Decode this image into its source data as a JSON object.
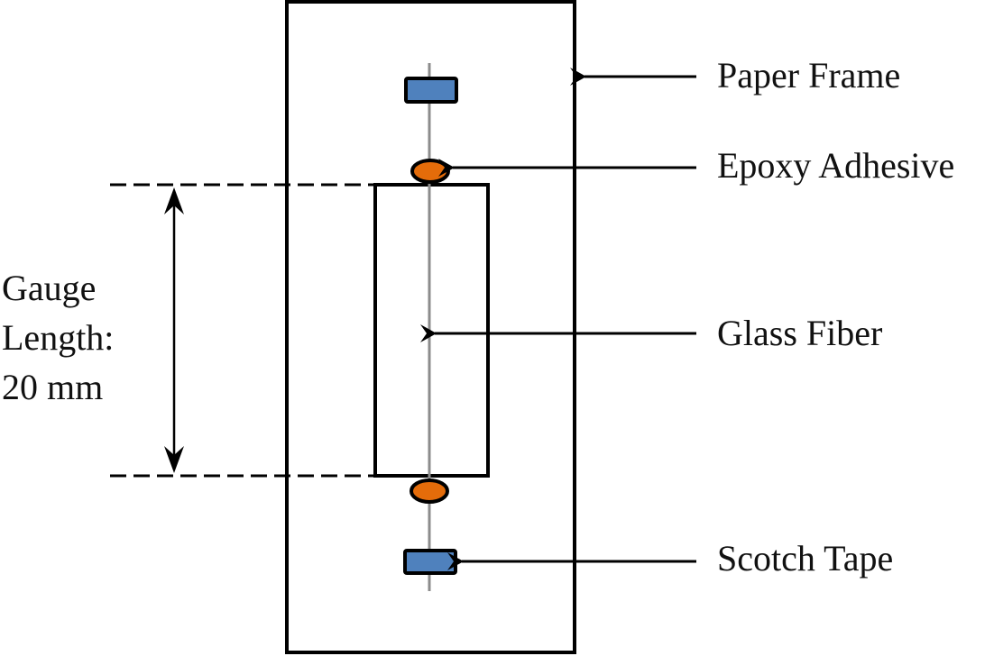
{
  "diagram": {
    "type": "specimen-schematic",
    "labels": {
      "paper_frame": "Paper Frame",
      "epoxy_adhesive": "Epoxy Adhesive",
      "glass_fiber": "Glass Fiber",
      "scotch_tape": "Scotch Tape",
      "gauge_length_line1": "Gauge",
      "gauge_length_line2": "Length:",
      "gauge_length_line3": "20 mm"
    },
    "gauge_length": {
      "value": 20,
      "unit": "mm"
    },
    "colors": {
      "frame_stroke": "#000000",
      "fiber": "#8c8c8c",
      "epoxy_fill": "#e46c0a",
      "tape_fill": "#4f81bd",
      "text": "#111111"
    }
  }
}
